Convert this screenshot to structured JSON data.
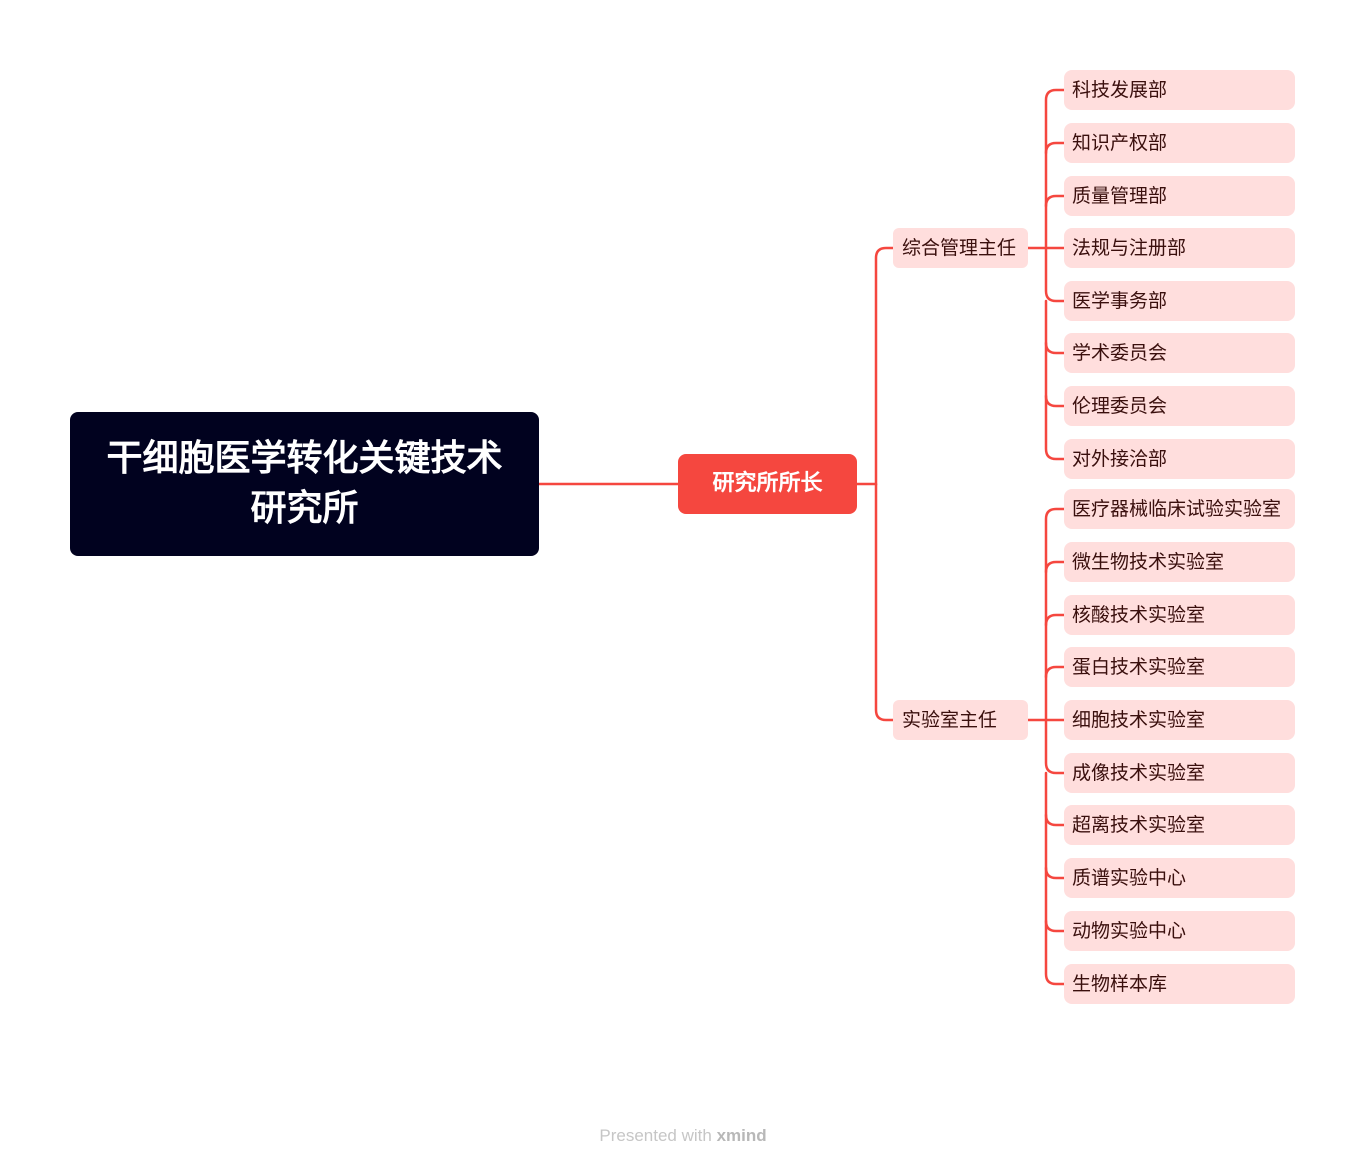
{
  "root": {
    "title": "干细胞医学转化关键技术研究所"
  },
  "director": {
    "label": "研究所所长"
  },
  "branches": [
    {
      "label": "综合管理主任",
      "children": [
        "科技发展部",
        "知识产权部",
        "质量管理部",
        "法规与注册部",
        "医学事务部",
        "学术委员会",
        "伦理委员会",
        "对外接洽部"
      ]
    },
    {
      "label": "实验室主任",
      "children": [
        "医疗器械临床试验实验室",
        "微生物技术实验室",
        "核酸技术实验室",
        "蛋白技术实验室",
        "细胞技术实验室",
        "成像技术实验室",
        "超离技术实验室",
        "质谱实验中心",
        "动物实验中心",
        "生物样本库"
      ]
    }
  ],
  "footer": {
    "prefix": "Presented with",
    "brand": "xmind"
  },
  "colors": {
    "root_bg": "#01021f",
    "director_bg": "#f5473f",
    "node_bg": "#ffdedd",
    "connector": "#f5473f"
  }
}
